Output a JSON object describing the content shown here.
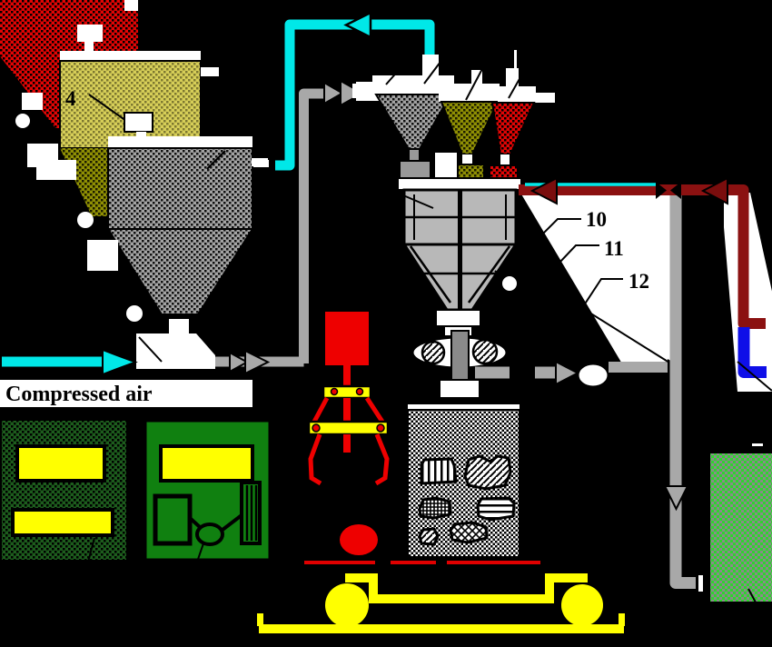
{
  "figure": {
    "kind": "process-flow-diagram",
    "subject": "foundry sand preparation and molding plant scheme",
    "background": "#000000"
  },
  "callouts": {
    "c4": "4",
    "c10": "10",
    "c11": "11",
    "c12": "12"
  },
  "caption": {
    "compressed_air": "Compressed air"
  },
  "palette": {
    "background": "#000000",
    "cyan_pipe": "#00e8e8",
    "gray_pipe": "#a8a8a8",
    "maroon_pipe": "#8b1111",
    "blue_pipe": "#0f0fe8",
    "red_material": "#e00505",
    "khaki_material": "#d6ce58",
    "gray_material": "#a2a2a2",
    "olive_material": "#8f8f04",
    "silver_hopper": "#b8b8b8",
    "yellow_equipment": "#ffff00",
    "red_equipment": "#ee0000",
    "green_cabinet": "#108010",
    "green_dark_cabinet": "#1d5c1d",
    "green_bright_unit": "#2fd32f",
    "white_zone": "#ffffff"
  }
}
